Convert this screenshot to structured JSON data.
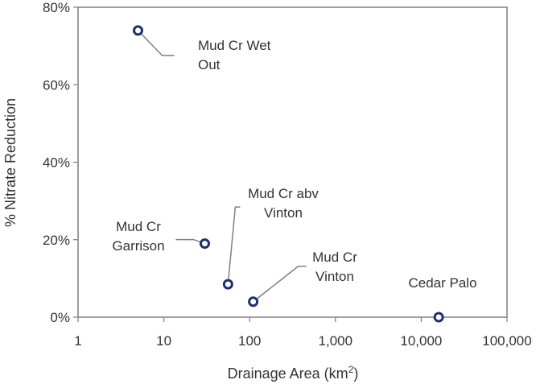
{
  "chart_data": {
    "type": "scatter",
    "title": "",
    "xlabel": "Drainage Area (km",
    "xlabel_superscript": "2",
    "xlabel_close": ")",
    "ylabel": "% Nitrate Reduction",
    "x_scale": "log",
    "xlim": [
      1,
      100000
    ],
    "ylim": [
      0,
      80
    ],
    "x_ticks": [
      1,
      10,
      100,
      1000,
      10000,
      100000
    ],
    "x_tick_labels": [
      "1",
      "10",
      "100",
      "1,000",
      "10,000",
      "100,000"
    ],
    "y_ticks": [
      0,
      20,
      40,
      60,
      80
    ],
    "y_tick_labels": [
      "0%",
      "20%",
      "40%",
      "60%",
      "80%"
    ],
    "grid": false,
    "legend": "none",
    "marker_color": "#1f2f6b",
    "points": [
      {
        "label_lines": [
          "Mud Cr Wet",
          "Out"
        ],
        "x": 5,
        "y": 74
      },
      {
        "label_lines": [
          "Mud Cr",
          "Garrison"
        ],
        "x": 30,
        "y": 19
      },
      {
        "label_lines": [
          "Mud Cr abv",
          "Vinton"
        ],
        "x": 56,
        "y": 8.5
      },
      {
        "label_lines": [
          "Mud Cr",
          "Vinton"
        ],
        "x": 110,
        "y": 4
      },
      {
        "label_lines": [
          "Cedar Palo"
        ],
        "x": 16000,
        "y": 0
      }
    ]
  }
}
